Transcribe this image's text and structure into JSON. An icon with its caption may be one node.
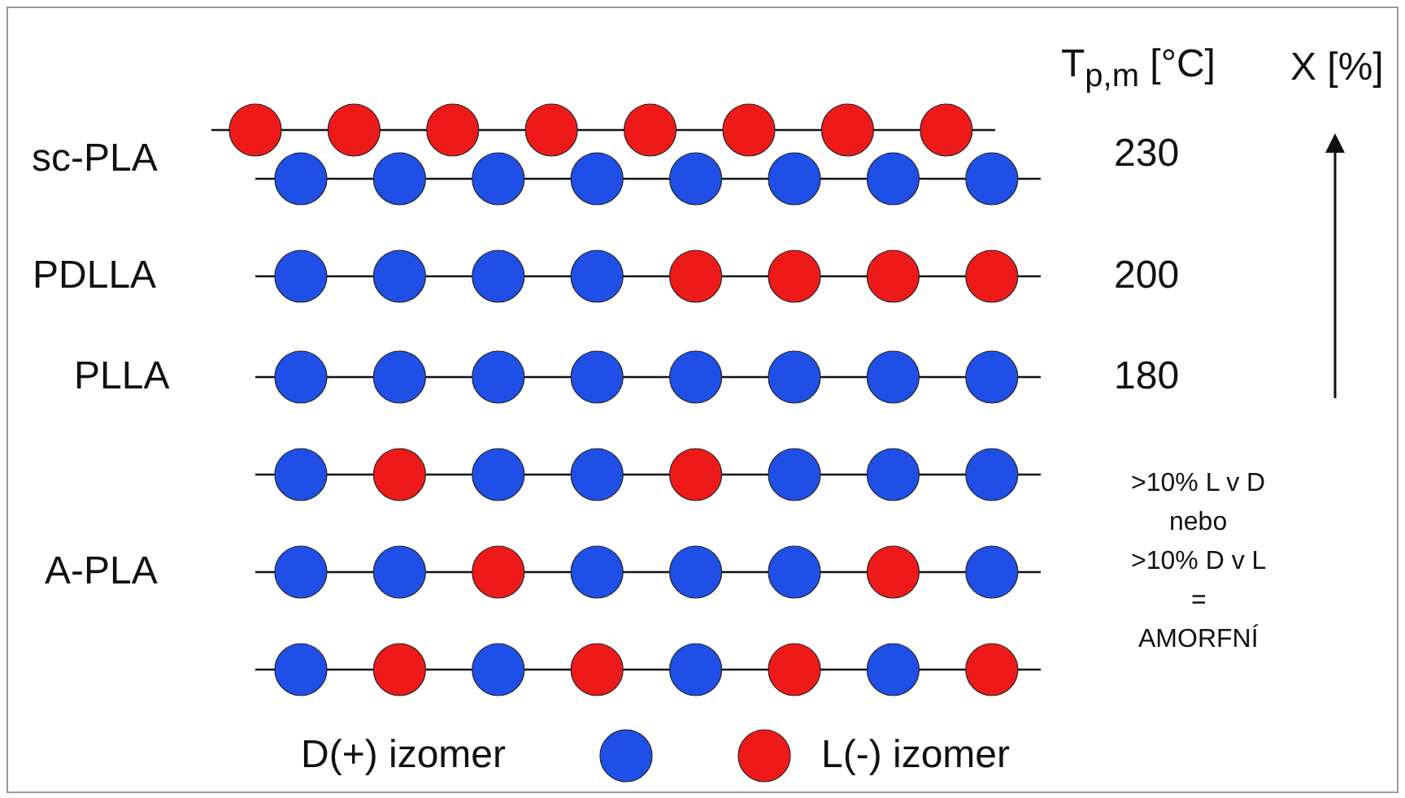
{
  "diagram": {
    "labels": [
      "T$_{p,m}$ [°C]",
      "X [%]",
      "sc-PLA",
      "230",
      "PDLLA",
      "200",
      "PLLA",
      "180",
      ">10% L v D",
      "nebo",
      ">10% D v L",
      "=",
      "AMORFNÍ",
      "A-PLA"
    ],
    "legend": [
      {
        "text": "D(+) izomer",
        "color": "#1f4fe6"
      },
      {
        "text": "L(-) izomer",
        "color": "#ee1a1a"
      }
    ]
  }
}
